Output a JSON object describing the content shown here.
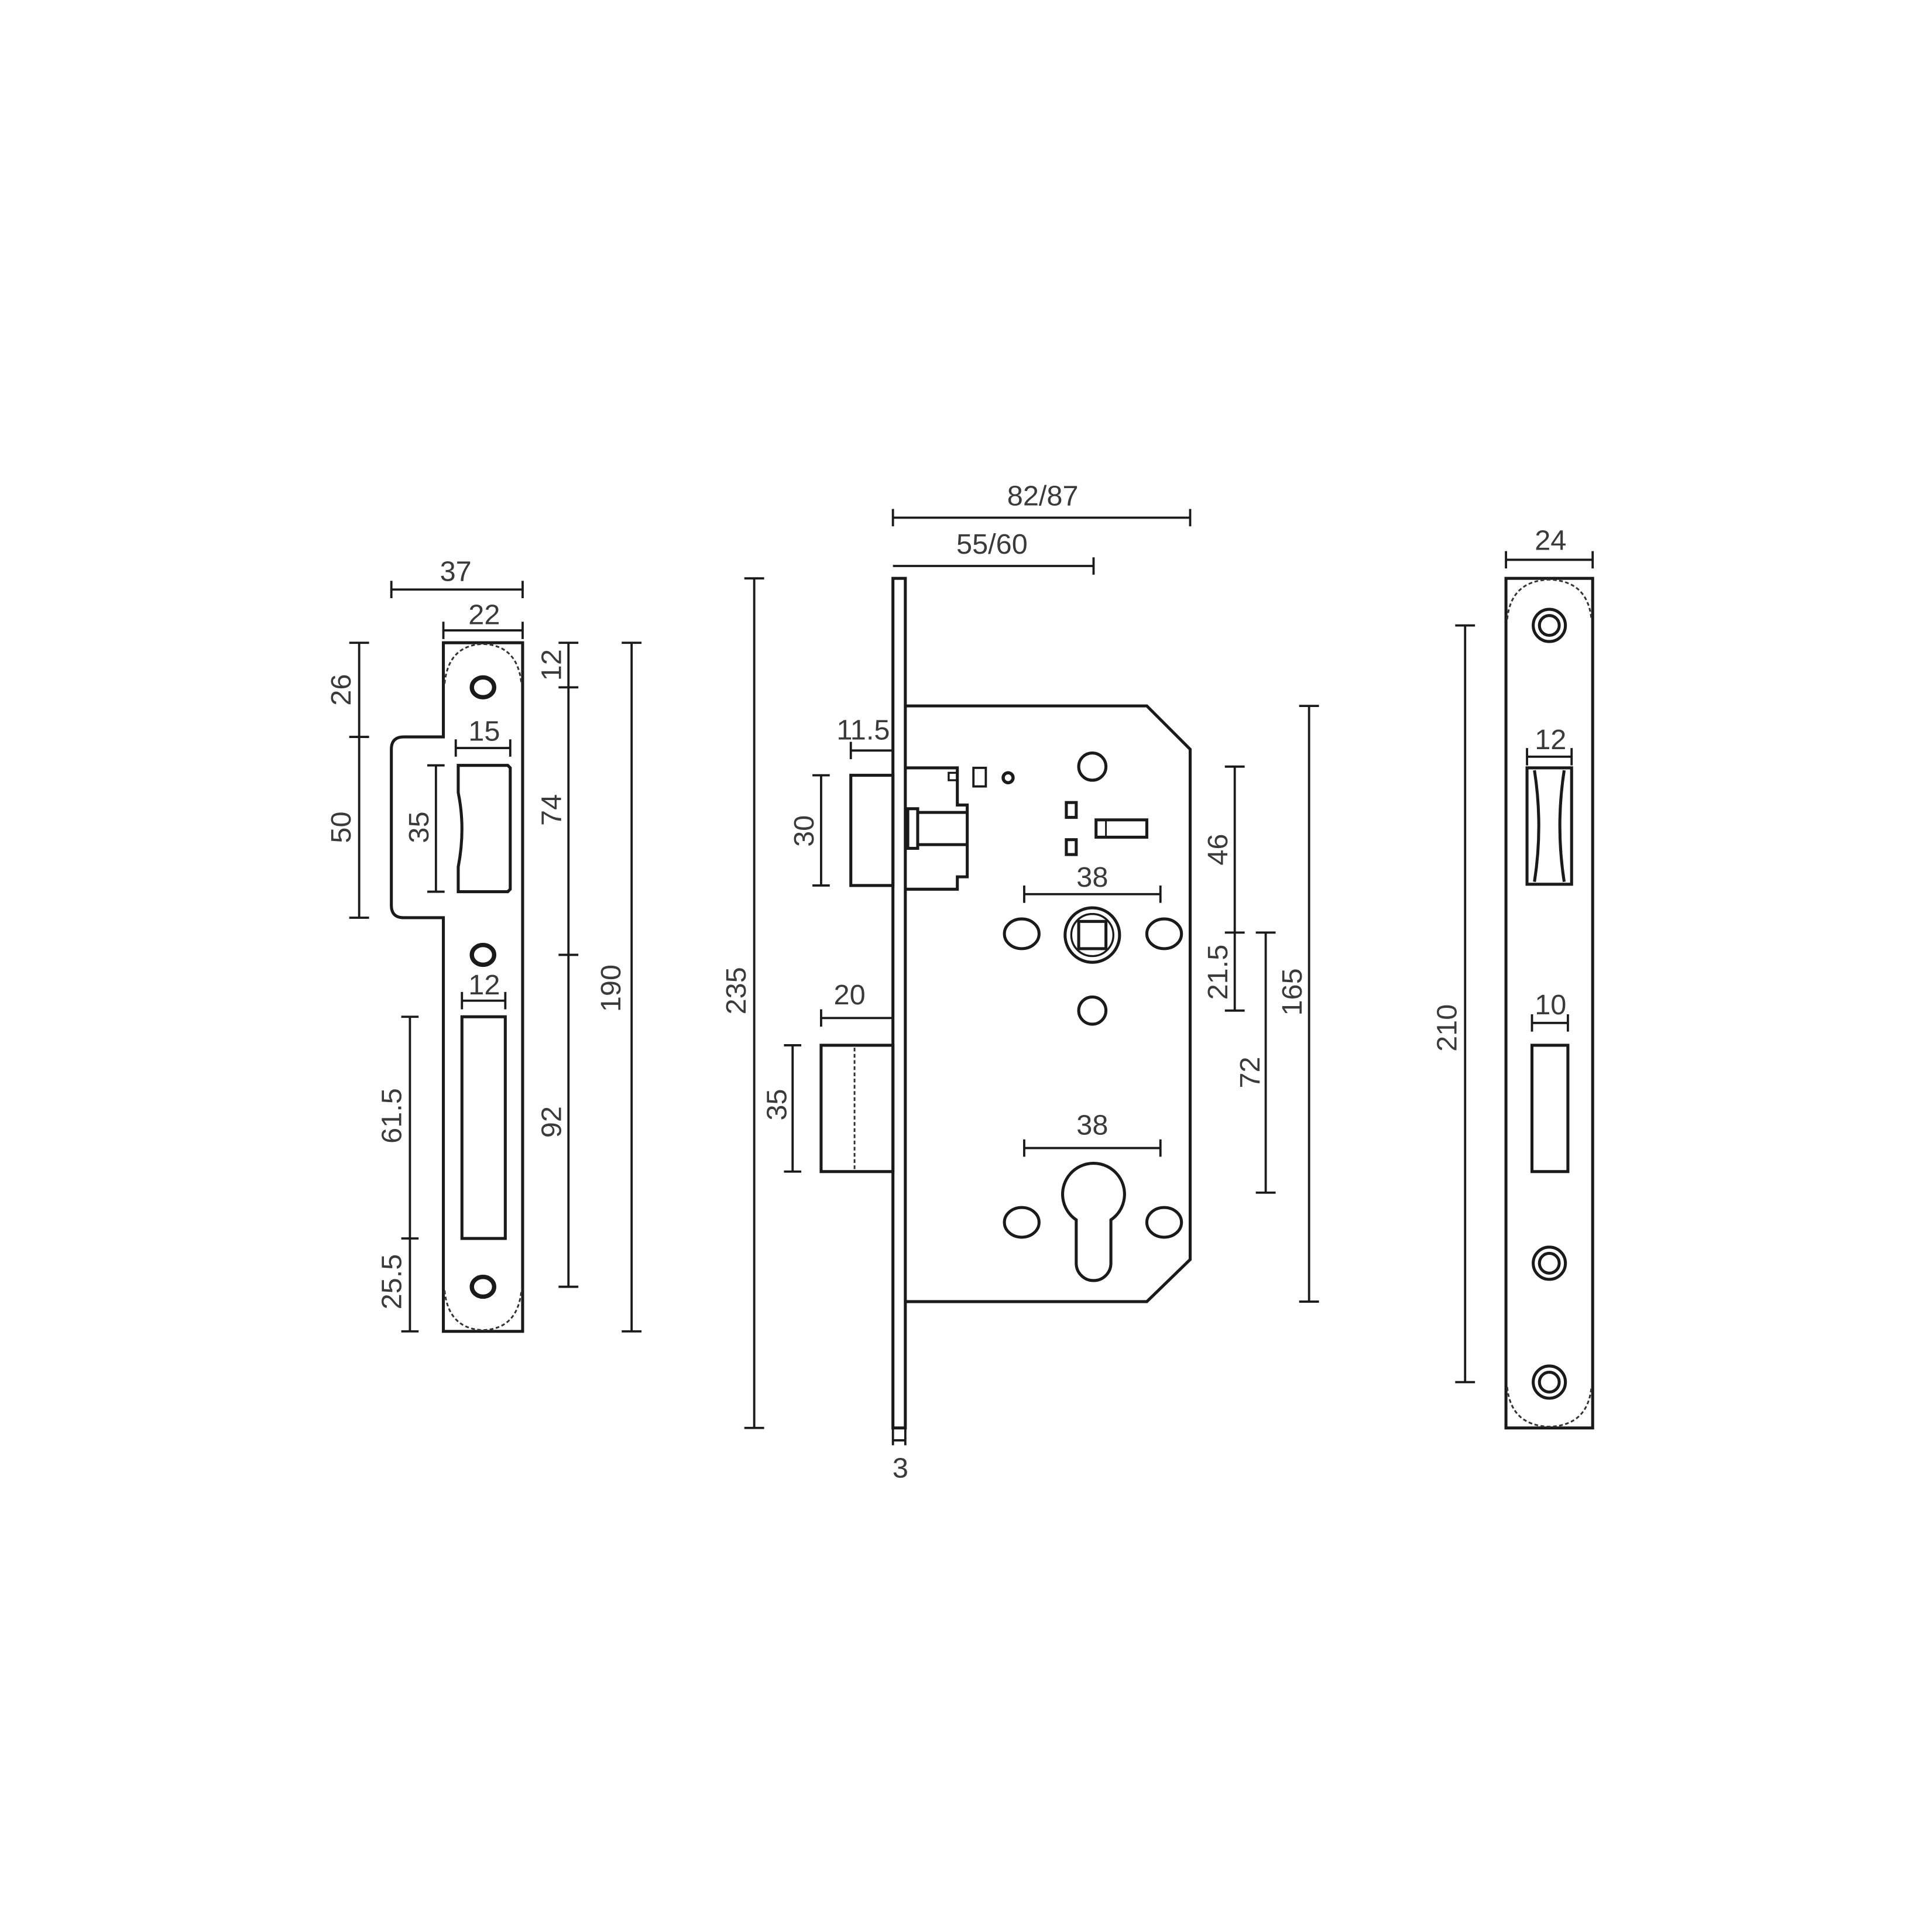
{
  "colors": {
    "line": "#1a1a1a",
    "label": "#3a3a3a",
    "background": "#ffffff"
  },
  "strike_plate": {
    "width_total": "37",
    "width_plate": "22",
    "latch_slot_width": "15",
    "latch_slot_height": "35",
    "bolt_slot_width": "12",
    "top_to_flange": "26",
    "flange_height": "50",
    "top_to_screw": "12",
    "screw_to_screw": "74",
    "screw_to_bottom_screw": "92",
    "bolt_slot_height": "61.5",
    "bolt_slot_to_bottom": "25.5",
    "overall_height": "190"
  },
  "lock_body": {
    "overall_depth": "82/87",
    "backset": "55/60",
    "faceplate_height": "235",
    "faceplate_thickness": "3",
    "latch_projection": "11.5",
    "latch_height": "30",
    "bolt_projection": "20",
    "bolt_height": "35",
    "handle_fixing_spacing": "38",
    "cylinder_fixing_spacing": "38",
    "top_to_spindle": "46",
    "spindle_to_hole": "21.5",
    "spindle_to_cylinder": "72",
    "case_height": "165"
  },
  "forend_plate": {
    "width": "24",
    "latch_slot_width": "12",
    "bolt_slot_width": "10",
    "screw_spacing": "210"
  }
}
